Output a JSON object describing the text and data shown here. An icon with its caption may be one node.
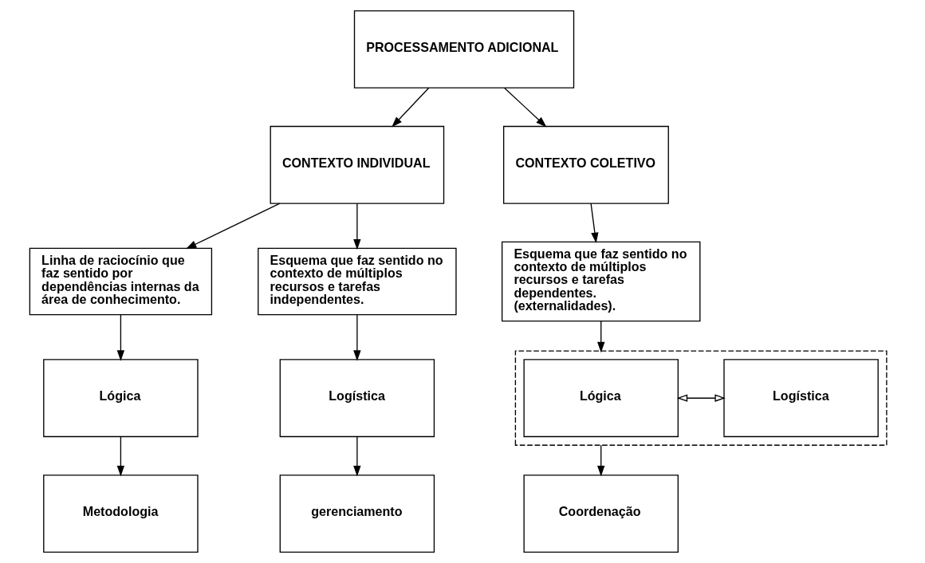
{
  "diagram": {
    "nodes": [
      {
        "text": [
          "PROCESSAMENTO ADICIONAL"
        ]
      },
      {
        "text": [
          "CONTEXTO INDIVIDUAL"
        ]
      },
      {
        "text": [
          "CONTEXTO COLETIVO"
        ]
      },
      {
        "text": [
          "Linha de raciocínio que faz sentido por dependências internas da área de conhecimento."
        ]
      },
      {
        "text": [
          "Esquema que faz sentido no contexto de múltiplos recursos e tarefas independentes."
        ]
      },
      {
        "text": [
          "Esquema que faz sentido no contexto de múltiplos recursos e tarefas dependentes. (externalidades)."
        ]
      },
      {
        "text": [
          "Lógica"
        ]
      },
      {
        "text": [
          "Logística"
        ]
      },
      {
        "text": [],
        "shape": "box"
      },
      {
        "text": [
          "Lógica"
        ],
        "in": 8
      },
      {
        "text": [
          "Logística"
        ],
        "in": 8
      },
      {
        "text": [
          "Metodologia"
        ]
      },
      {
        "text": [
          "gerenciamento"
        ]
      },
      {
        "text": [
          "Coordenação"
        ]
      }
    ],
    "edges": [
      {
        "from": 0,
        "to": 1,
        "arrow": "to"
      },
      {
        "from": 0,
        "to": 2,
        "arrow": "to"
      },
      {
        "from": 1,
        "to": 3,
        "arrow": "to"
      },
      {
        "from": 1,
        "to": 4,
        "arrow": "to"
      },
      {
        "from": 2,
        "to": 5,
        "arrow": "to"
      },
      {
        "from": 3,
        "to": 6,
        "arrow": "to"
      },
      {
        "from": 4,
        "to": 7,
        "arrow": "to"
      },
      {
        "from": 5,
        "to": 8,
        "arrow": "to"
      },
      {
        "from": 9,
        "to": 10,
        "arrow": "both"
      },
      {
        "from": 6,
        "to": 11,
        "arrow": "to"
      },
      {
        "from": 7,
        "to": 12,
        "arrow": "to"
      },
      {
        "from": 8,
        "to": 13,
        "arrow": "to"
      }
    ]
  }
}
